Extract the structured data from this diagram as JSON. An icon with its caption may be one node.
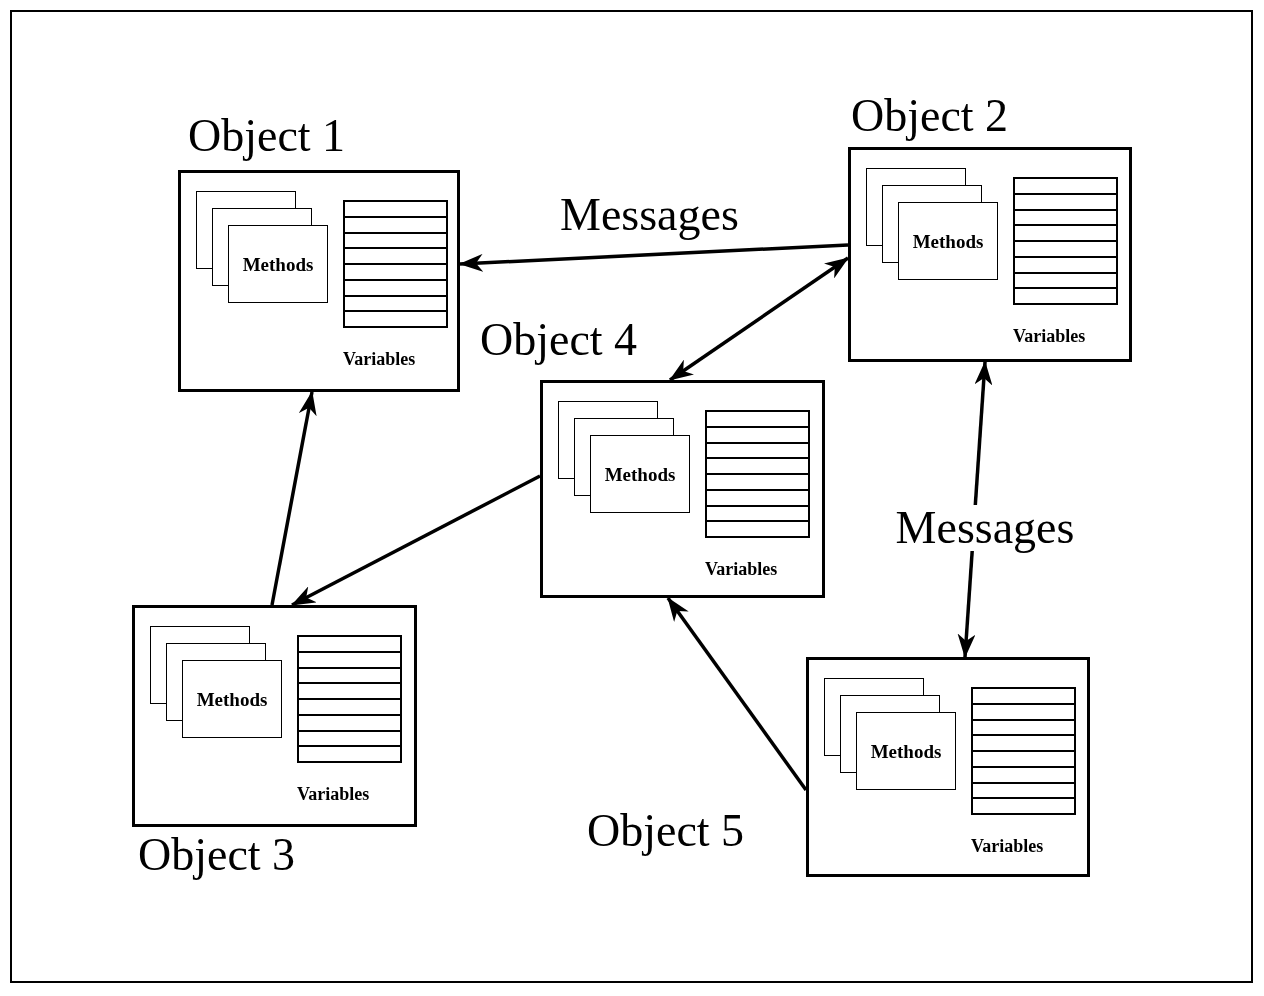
{
  "diagram": {
    "nodes": [
      {
        "text": [
          "Object 1",
          "Variables"
        ]
      },
      {
        "text": [
          "Methods"
        ],
        "in": 0
      },
      {
        "text": [
          "Object 2",
          "Variables"
        ]
      },
      {
        "text": [
          "Methods"
        ],
        "in": 2
      },
      {
        "text": [
          "Object 4",
          "Variables"
        ]
      },
      {
        "text": [
          "Methods"
        ],
        "in": 4
      },
      {
        "text": [
          "Object 3",
          "Variables"
        ]
      },
      {
        "text": [
          "Methods"
        ],
        "in": 6
      },
      {
        "text": [
          "Object 5",
          "Variables"
        ]
      },
      {
        "text": [
          "Methods"
        ],
        "in": 8
      }
    ],
    "edges": [
      {
        "from": 2,
        "to": 0,
        "arrow": "to",
        "label": "Messages"
      },
      {
        "from": 2,
        "to": 4,
        "arrow": "both"
      },
      {
        "from": 2,
        "to": 8,
        "arrow": "both",
        "label": "Messages"
      },
      {
        "from": 6,
        "to": 0,
        "arrow": "to"
      },
      {
        "from": 4,
        "to": 6,
        "arrow": "to"
      },
      {
        "from": 8,
        "to": 4,
        "arrow": "to"
      }
    ]
  }
}
